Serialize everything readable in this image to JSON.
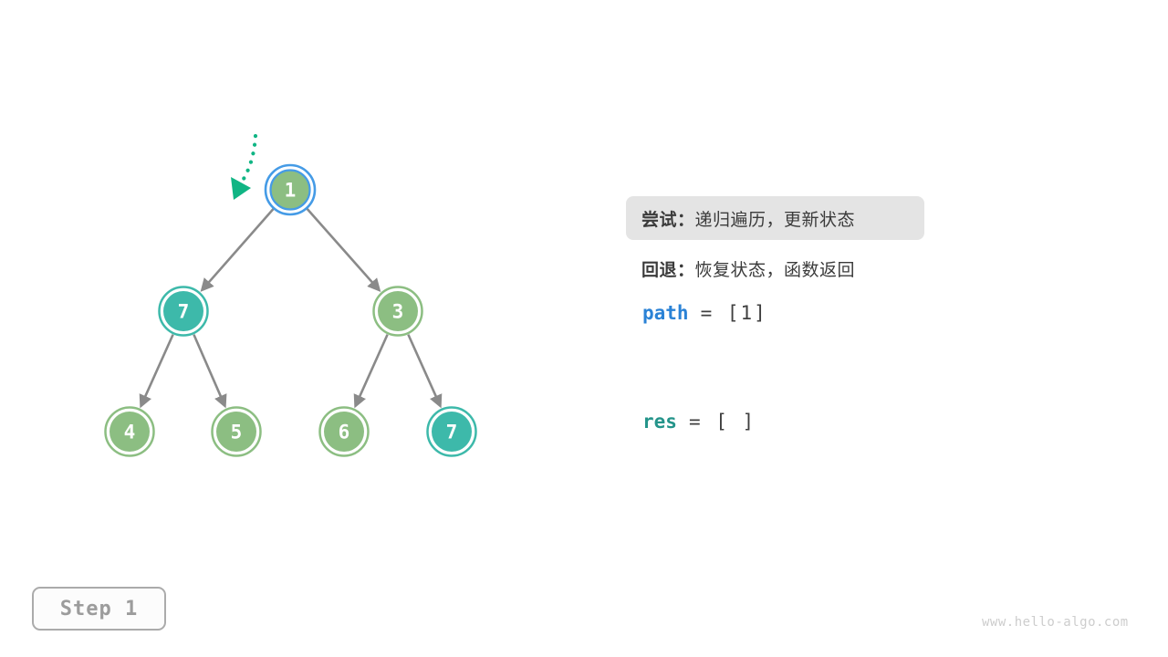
{
  "colors": {
    "node_green": "#8CBE82",
    "node_teal": "#3DB9AA",
    "ring_blue": "#459BE6",
    "pointer_green": "#10B584",
    "edge_gray": "#8A8A8A",
    "highlight_bg": "#E4E4E4",
    "text_dark": "#3B3B3B",
    "path_blue": "#2A82D6",
    "res_teal": "#24948A",
    "code_dark": "#3F3F3F",
    "step_gray": "#9C9C9C",
    "watermark_gray": "#CDCDCD"
  },
  "tree": {
    "nodes": [
      {
        "value": "1",
        "style": "current-green"
      },
      {
        "value": "7",
        "style": "teal"
      },
      {
        "value": "3",
        "style": "green"
      },
      {
        "value": "4",
        "style": "green"
      },
      {
        "value": "5",
        "style": "green"
      },
      {
        "value": "6",
        "style": "green"
      },
      {
        "value": "7",
        "style": "teal"
      }
    ],
    "edges": [
      [
        0,
        1
      ],
      [
        0,
        2
      ],
      [
        1,
        3
      ],
      [
        1,
        4
      ],
      [
        2,
        5
      ],
      [
        2,
        6
      ]
    ],
    "pointer_target": "root node 1"
  },
  "panel": {
    "try_label": "尝试：",
    "try_text": "递归遍历，更新状态",
    "back_label": "回退：",
    "back_text": "恢复状态，函数返回",
    "path_var": "path",
    "path_value": "= [1]",
    "res_var": "res",
    "res_value": "= [ ]"
  },
  "step_badge": "Step 1",
  "watermark": "www.hello-algo.com"
}
